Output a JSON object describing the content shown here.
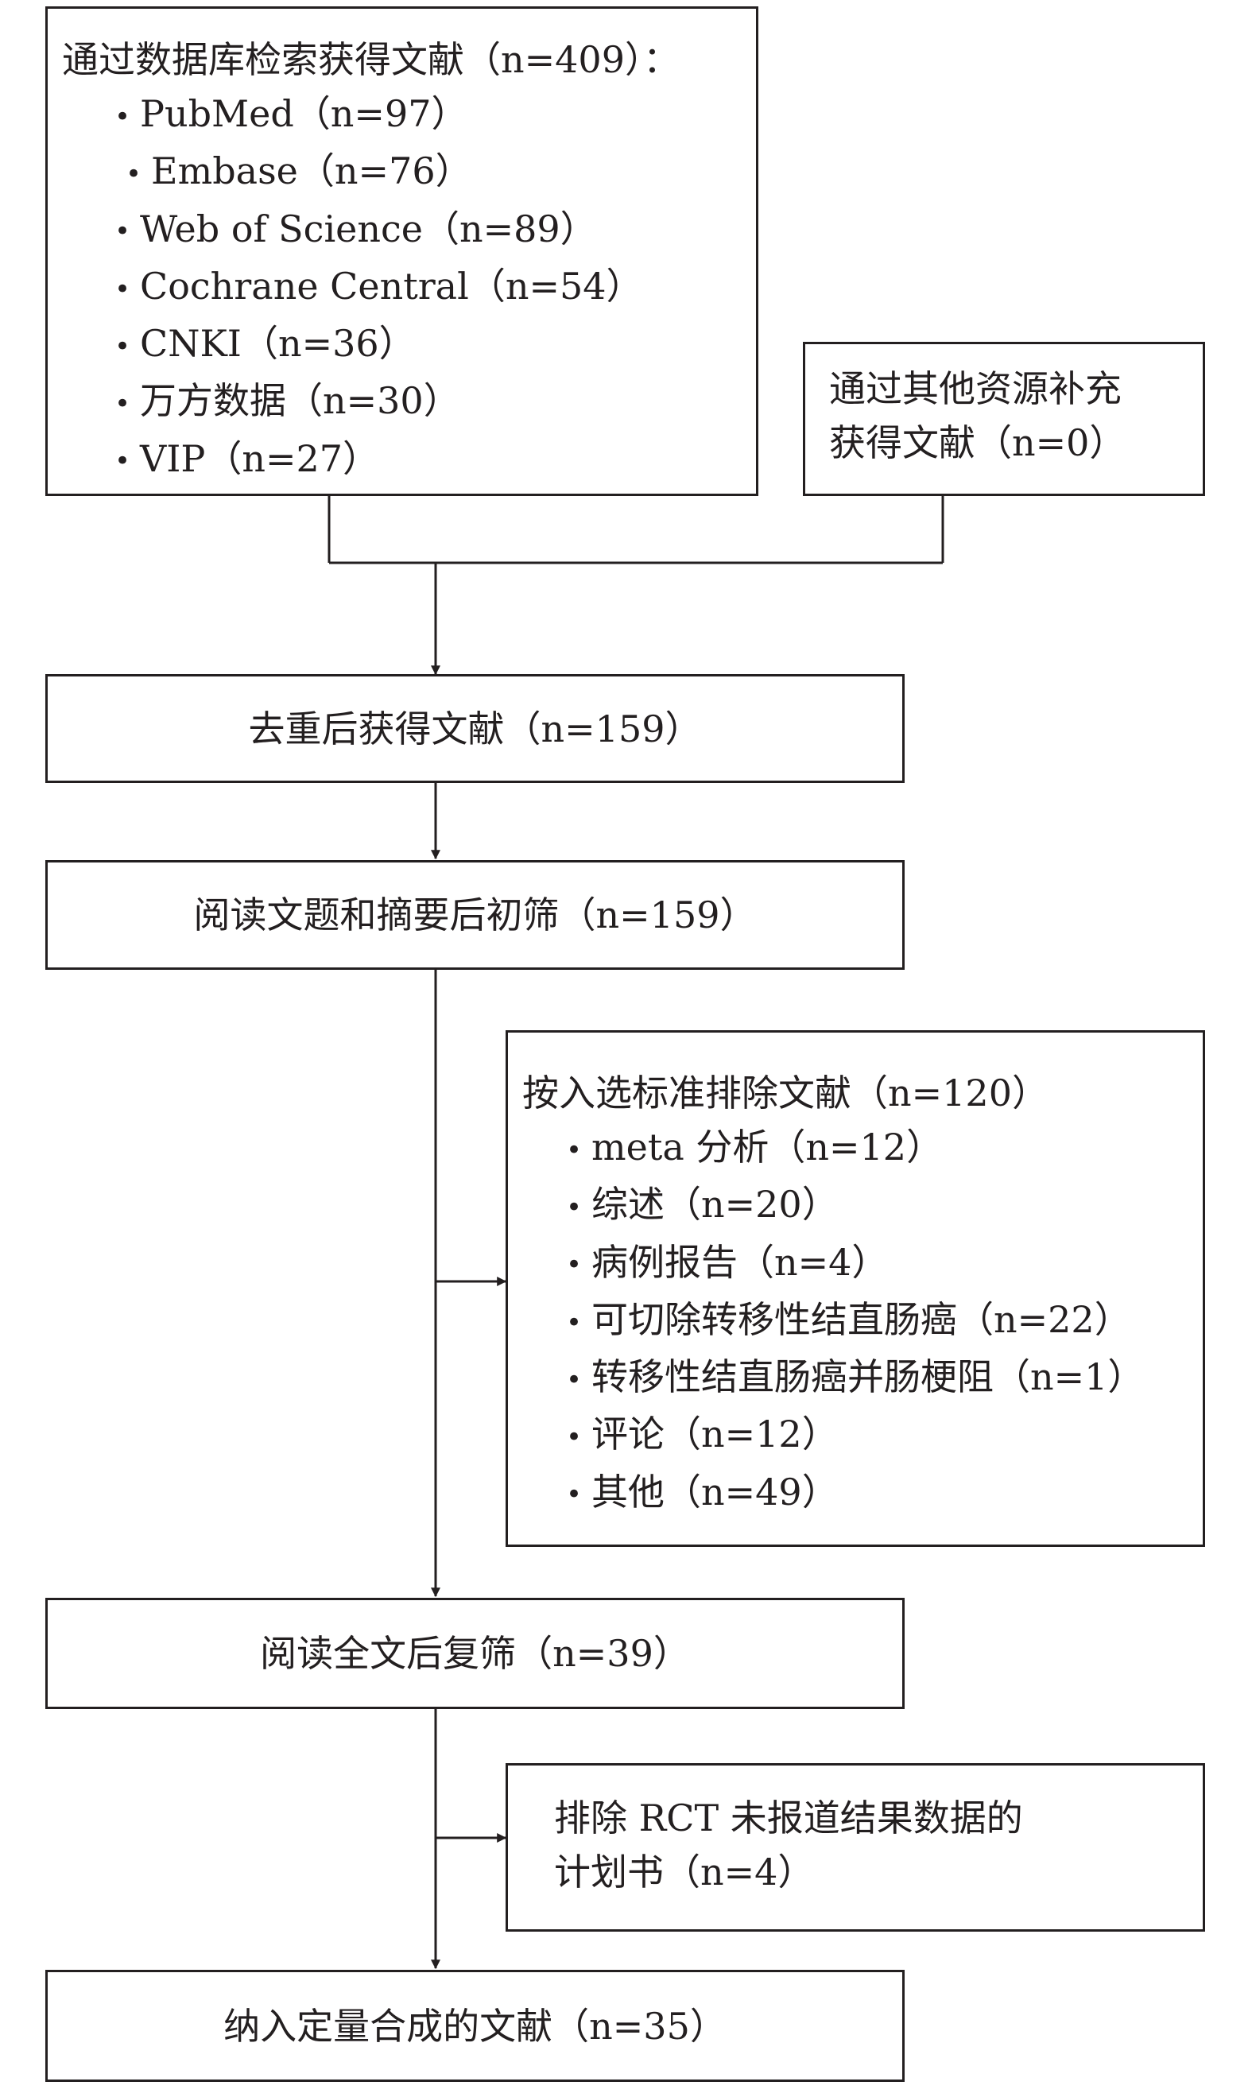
{
  "records_identified": {
    "heading": "通过数据库检索获得文献（n=409）：",
    "sources": [
      {
        "label": "PubMed（n=97）"
      },
      {
        "label": "Embase（n=76）"
      },
      {
        "label": "Web of Science（n=89）"
      },
      {
        "label": "Cochrane Central（n=54）"
      },
      {
        "label": "CNKI（n=36）"
      },
      {
        "label": "万方数据（n=30）"
      },
      {
        "label": "VIP（n=27）"
      }
    ]
  },
  "other_sources": {
    "line1": "通过其他资源补充",
    "line2": "获得文献（n=0）"
  },
  "after_dedup": {
    "label": "去重后获得文献（n=159）"
  },
  "title_abstract_screen": {
    "label": "阅读文题和摘要后初筛（n=159）"
  },
  "excluded_by_criteria": {
    "heading": "按入选标准排除文献（n=120）",
    "reasons": [
      {
        "label": "meta 分析（n=12）"
      },
      {
        "label": "综述（n=20）"
      },
      {
        "label": "病例报告（n=4）"
      },
      {
        "label": "可切除转移性结直肠癌（n=22）"
      },
      {
        "label": "转移性结直肠癌并肠梗阻（n=1）"
      },
      {
        "label": "评论（n=12）"
      },
      {
        "label": "其他（n=49）"
      }
    ]
  },
  "fulltext_screen": {
    "label": "阅读全文后复筛（n=39）"
  },
  "excluded_protocols": {
    "line1": "排除 RCT 未报道结果数据的",
    "line2": "计划书（n=4）"
  },
  "included": {
    "label": "纳入定量合成的文献（n=35）"
  }
}
